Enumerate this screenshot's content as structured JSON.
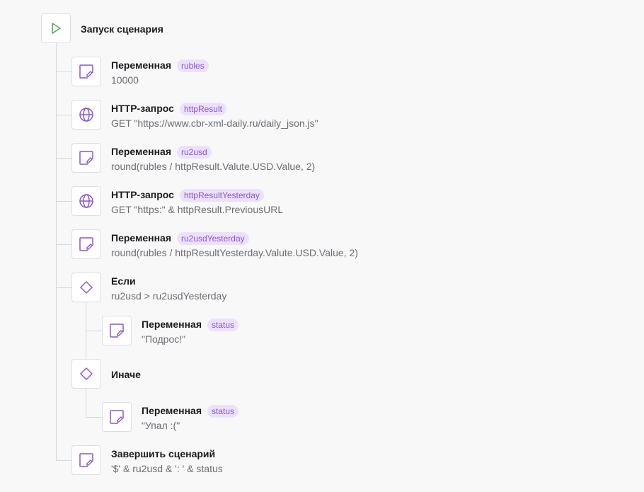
{
  "start": {
    "label": "Запуск сценария"
  },
  "steps": [
    {
      "title": "Переменная",
      "tag": "rubles",
      "sub": "10000"
    },
    {
      "title": "HTTP-запрос",
      "tag": "httpResult",
      "sub": "GET \"https://www.cbr-xml-daily.ru/daily_json.js\""
    },
    {
      "title": "Переменная",
      "tag": "ru2usd",
      "sub": "round(rubles / httpResult.Valute.USD.Value, 2)"
    },
    {
      "title": "HTTP-запрос",
      "tag": "httpResultYesterday",
      "sub": "GET \"https:\" & httpResult.PreviousURL"
    },
    {
      "title": "Переменная",
      "tag": "ru2usdYesterday",
      "sub": "round(rubles / httpResultYesterday.Valute.USD.Value, 2)"
    },
    {
      "title": "Если",
      "sub": "ru2usd > ru2usdYesterday"
    },
    {
      "title": "Переменная",
      "tag": "status",
      "sub": "\"Подрос!\""
    },
    {
      "title": "Иначе",
      "sub": ""
    },
    {
      "title": "Переменная",
      "tag": "status",
      "sub": "\"Упал :(\""
    },
    {
      "title": "Завершить сценарий",
      "sub": "'$' & ru2usd & ': ' & status"
    }
  ],
  "colors": {
    "accent": "#8a55d6",
    "play": "#4caf50",
    "tag_bg": "#ece1fb"
  },
  "icons": [
    "play-icon",
    "note-edit-icon",
    "globe-icon",
    "diamond-icon"
  ]
}
